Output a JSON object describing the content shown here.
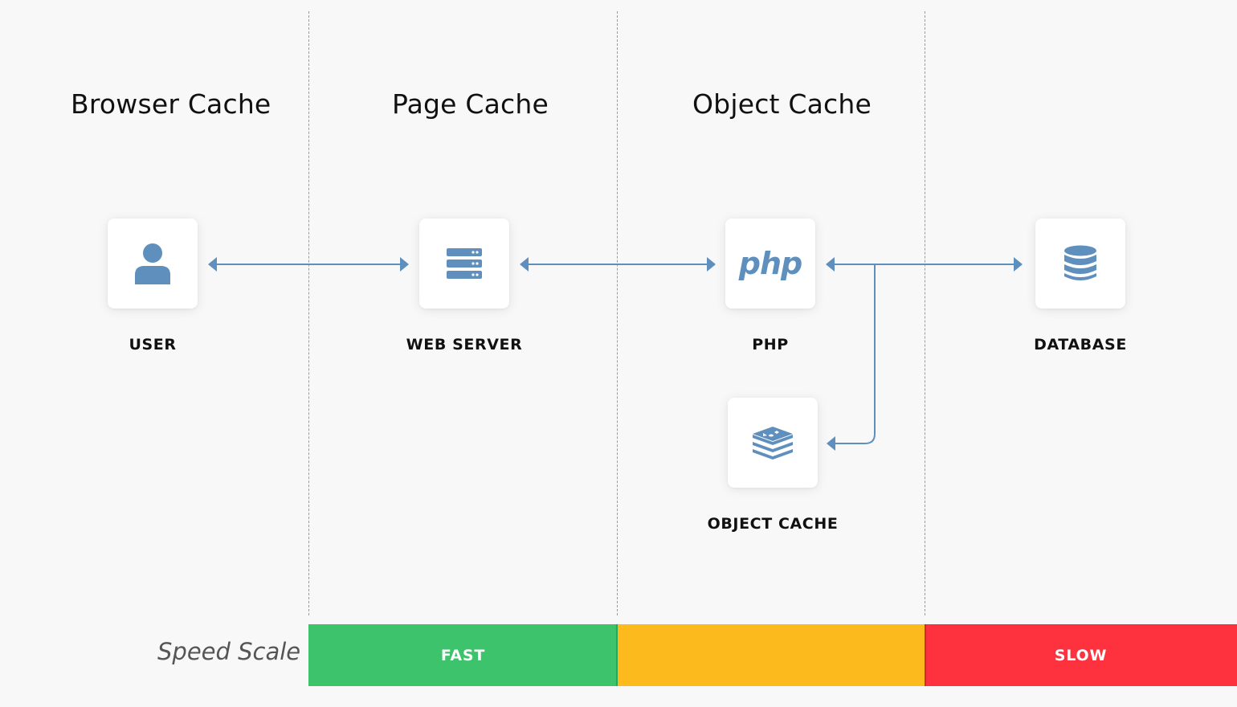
{
  "sections": [
    {
      "title": "Browser Cache"
    },
    {
      "title": "Page Cache"
    },
    {
      "title": "Object Cache"
    }
  ],
  "nodes": {
    "user": {
      "label": "USER",
      "icon": "user-icon"
    },
    "web_server": {
      "label": "WEB SERVER",
      "icon": "server-icon"
    },
    "php": {
      "label": "PHP",
      "icon": "php-logo-icon",
      "logo_text": "php"
    },
    "database": {
      "label": "DATABASE",
      "icon": "database-icon"
    },
    "object_cache": {
      "label": "OBJECT CACHE",
      "icon": "redis-icon"
    }
  },
  "speed_scale": {
    "title": "Speed Scale",
    "segments": [
      {
        "label": "FAST",
        "color": "#3cc36c"
      },
      {
        "label": "",
        "color": "#fdba1d"
      },
      {
        "label": "SLOW",
        "color": "#fe323f"
      }
    ]
  },
  "colors": {
    "accent": "#5f8fbd",
    "background": "#f8f8f8",
    "divider": "#9a9a9a"
  }
}
